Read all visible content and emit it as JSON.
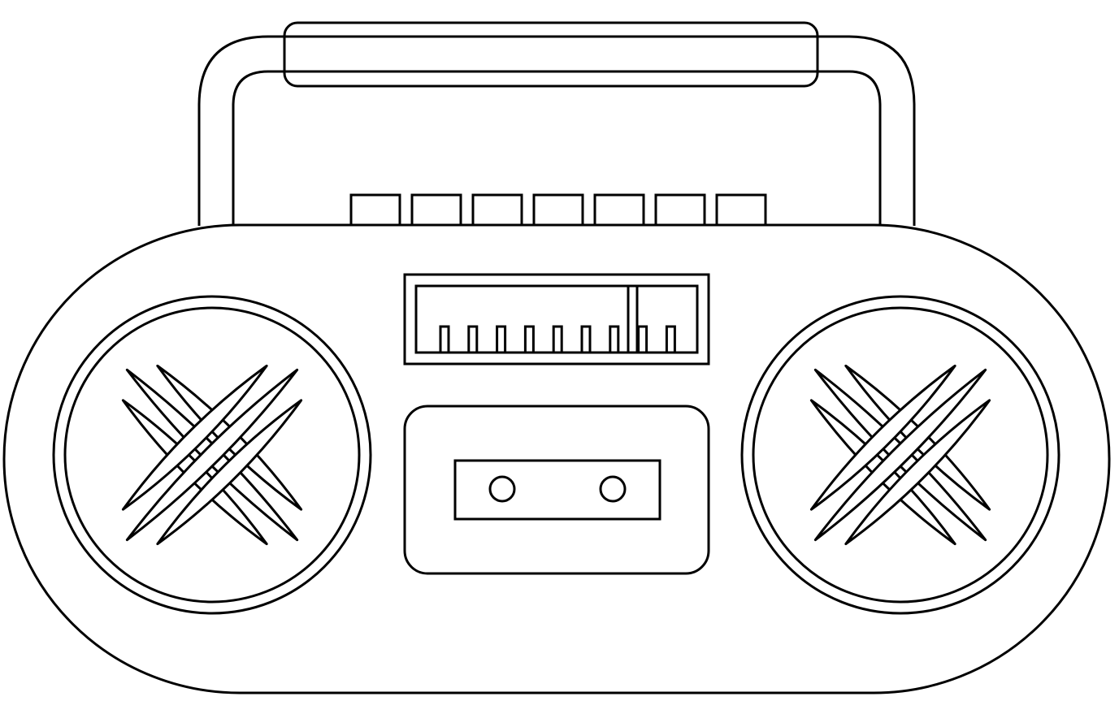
{
  "colors": {
    "stroke": "#000000",
    "fill": "#ffffff",
    "background": "#ffffff"
  },
  "illustration": {
    "subject-icon": "boombox-icon",
    "parts": {
      "handle": "handle",
      "top_buttons": {
        "icon": "button-icon",
        "count": 7
      },
      "tuner_display": {
        "icon": "tuner-display-icon",
        "tick_count": 9
      },
      "cassette_deck": {
        "icon": "cassette-icon"
      },
      "speakers": {
        "icon": "speaker-icon",
        "count": 2
      }
    }
  }
}
